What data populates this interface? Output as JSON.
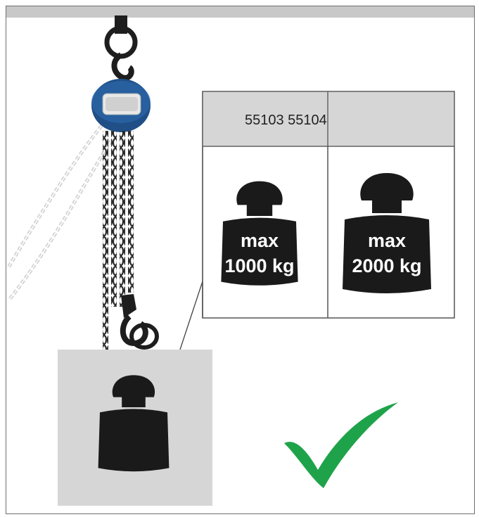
{
  "capacity_table": {
    "model_numbers": "55103 55104",
    "models": [
      {
        "max_label": "max",
        "load_label": "1000 kg"
      },
      {
        "max_label": "max",
        "load_label": "2000 kg"
      }
    ]
  },
  "icons": {
    "hoist": "chain-hoist-icon",
    "load_weight": "weight-icon",
    "ok_mark": "checkmark-icon"
  },
  "colors": {
    "hoist_body": "#1f4f86",
    "checkmark": "#1fa34a",
    "weight": "#1a1a1a",
    "panel": "#d6d6d6"
  }
}
